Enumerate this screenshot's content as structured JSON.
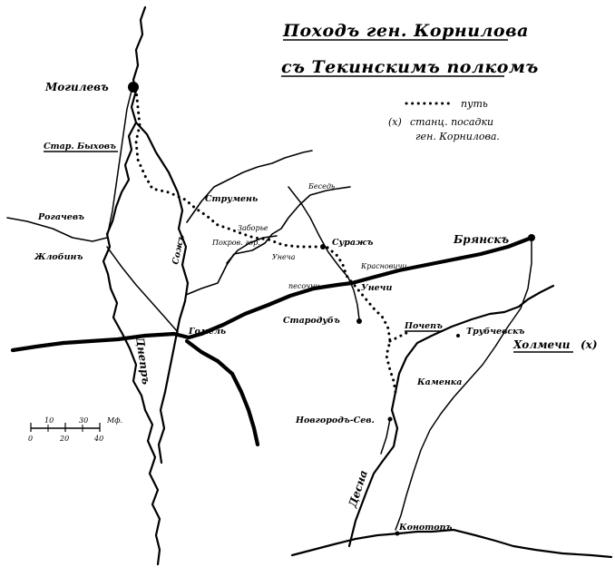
{
  "title": {
    "line1": "Походъ ген. Корнилова",
    "line2": "съ Текинскимъ полкомъ"
  },
  "legend": {
    "route_label": "путь",
    "marker": "(х)",
    "stations_line1": "станц. посадки",
    "stations_line2": "ген. Корнилова."
  },
  "places": {
    "mogilev": "Могилевъ",
    "star_bykhov": "Стар. Быховъ",
    "rogachev": "Рогачевъ",
    "zhlobin": "Жлобинъ",
    "strumen": "Струмень",
    "besed": "Беседь",
    "zaborye": "Заборье",
    "pokrov_gor": "Покров. гор.",
    "unecha_left": "Унеча",
    "surazh": "Суражъ",
    "krasnovichi": "Красновичи",
    "pesochni": "песочни",
    "unechi": "Унечи",
    "bryansk": "Брянскъ",
    "starodub": "Стародубъ",
    "pochep": "Почепъ",
    "trubchevsk": "Трубчевскъ",
    "kholmechi": "Холмечи",
    "kholmechi_marker": "(х)",
    "gomel": "Гомель",
    "kamenka": "Каменка",
    "novgorod_sev": "Новгородъ-Сев.",
    "konotop": "Конотопъ"
  },
  "rivers": {
    "sozh": "Сожъ",
    "dnepr": "Днепръ",
    "desna": "Десна"
  },
  "scale": {
    "ticks": [
      "0",
      "20",
      "40"
    ],
    "unit": "Мф.",
    "top_marks": [
      "10",
      "30"
    ]
  }
}
